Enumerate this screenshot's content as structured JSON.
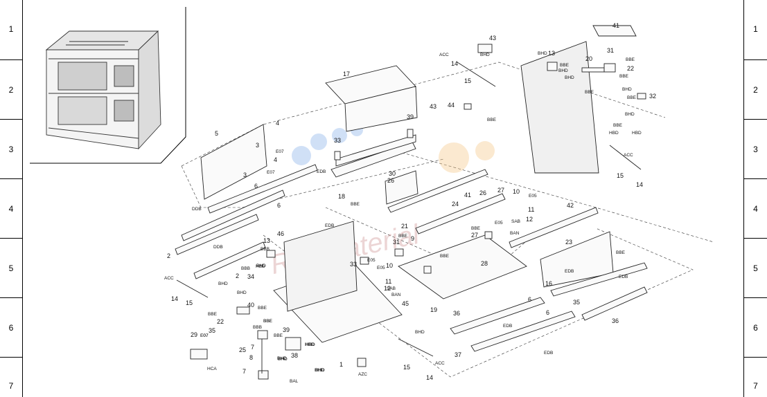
{
  "grid": {
    "rows": [
      "1",
      "2",
      "3",
      "4",
      "5",
      "6",
      "7"
    ]
  },
  "watermark": "Ref-Material",
  "parts": [
    {
      "id": "p1",
      "n": "1"
    },
    {
      "id": "p2a",
      "n": "2"
    },
    {
      "id": "p2b",
      "n": "2"
    },
    {
      "id": "p3a",
      "n": "3"
    },
    {
      "id": "p3b",
      "n": "3"
    },
    {
      "id": "p4a",
      "n": "4"
    },
    {
      "id": "p4b",
      "n": "4"
    },
    {
      "id": "p5",
      "n": "5"
    },
    {
      "id": "p6a",
      "n": "6"
    },
    {
      "id": "p6b",
      "n": "6"
    },
    {
      "id": "p6c",
      "n": "6"
    },
    {
      "id": "p6d",
      "n": "6"
    },
    {
      "id": "p7a",
      "n": "7"
    },
    {
      "id": "p7b",
      "n": "7"
    },
    {
      "id": "p8",
      "n": "8"
    },
    {
      "id": "p9",
      "n": "9"
    },
    {
      "id": "p10a",
      "n": "10"
    },
    {
      "id": "p10b",
      "n": "10"
    },
    {
      "id": "p11a",
      "n": "11"
    },
    {
      "id": "p11b",
      "n": "11"
    },
    {
      "id": "p12a",
      "n": "12"
    },
    {
      "id": "p12b",
      "n": "12"
    },
    {
      "id": "p13a",
      "n": "13"
    },
    {
      "id": "p13b",
      "n": "13"
    },
    {
      "id": "p14a",
      "n": "14"
    },
    {
      "id": "p14b",
      "n": "14"
    },
    {
      "id": "p14c",
      "n": "14"
    },
    {
      "id": "p14d",
      "n": "14"
    },
    {
      "id": "p15a",
      "n": "15"
    },
    {
      "id": "p15b",
      "n": "15"
    },
    {
      "id": "p15c",
      "n": "15"
    },
    {
      "id": "p15d",
      "n": "15"
    },
    {
      "id": "p16",
      "n": "16"
    },
    {
      "id": "p17",
      "n": "17"
    },
    {
      "id": "p18",
      "n": "18"
    },
    {
      "id": "p19",
      "n": "19"
    },
    {
      "id": "p20",
      "n": "20"
    },
    {
      "id": "p21",
      "n": "21"
    },
    {
      "id": "p22a",
      "n": "22"
    },
    {
      "id": "p22b",
      "n": "22"
    },
    {
      "id": "p23",
      "n": "23"
    },
    {
      "id": "p24",
      "n": "24"
    },
    {
      "id": "p25",
      "n": "25"
    },
    {
      "id": "p26a",
      "n": "26"
    },
    {
      "id": "p26b",
      "n": "26"
    },
    {
      "id": "p27a",
      "n": "27"
    },
    {
      "id": "p27b",
      "n": "27"
    },
    {
      "id": "p28",
      "n": "28"
    },
    {
      "id": "p29",
      "n": "29"
    },
    {
      "id": "p30",
      "n": "30"
    },
    {
      "id": "p31a",
      "n": "31"
    },
    {
      "id": "p31b",
      "n": "31"
    },
    {
      "id": "p32",
      "n": "32"
    },
    {
      "id": "p33a",
      "n": "33"
    },
    {
      "id": "p33b",
      "n": "33"
    },
    {
      "id": "p34",
      "n": "34"
    },
    {
      "id": "p35a",
      "n": "35"
    },
    {
      "id": "p35b",
      "n": "35"
    },
    {
      "id": "p36a",
      "n": "36"
    },
    {
      "id": "p36b",
      "n": "36"
    },
    {
      "id": "p37",
      "n": "37"
    },
    {
      "id": "p38",
      "n": "38"
    },
    {
      "id": "p39a",
      "n": "39"
    },
    {
      "id": "p39b",
      "n": "39"
    },
    {
      "id": "p40",
      "n": "40"
    },
    {
      "id": "p41a",
      "n": "41"
    },
    {
      "id": "p41b",
      "n": "41"
    },
    {
      "id": "p42",
      "n": "42"
    },
    {
      "id": "p43a",
      "n": "43"
    },
    {
      "id": "p43b",
      "n": "43"
    },
    {
      "id": "p44",
      "n": "44"
    },
    {
      "id": "p45",
      "n": "45"
    },
    {
      "id": "p46",
      "n": "46"
    }
  ],
  "screws": [
    {
      "id": "s1",
      "t": "ACC"
    },
    {
      "id": "s2",
      "t": "BHD"
    },
    {
      "id": "s3",
      "t": "BHD"
    },
    {
      "id": "s4",
      "t": "BBB"
    },
    {
      "id": "s5",
      "t": "BHD"
    },
    {
      "id": "s6",
      "t": "BBE"
    },
    {
      "id": "s7",
      "t": "BBE"
    },
    {
      "id": "s8",
      "t": "HBD"
    },
    {
      "id": "s9",
      "t": "BHD"
    },
    {
      "id": "s10",
      "t": "BBE"
    },
    {
      "id": "s11",
      "t": "BBE"
    },
    {
      "id": "s12",
      "t": "E07"
    },
    {
      "id": "s13",
      "t": "BHD"
    },
    {
      "id": "s14",
      "t": "BHD"
    },
    {
      "id": "s15",
      "t": "HBD"
    },
    {
      "id": "s16",
      "t": "ACC"
    },
    {
      "id": "s17",
      "t": "BBE"
    },
    {
      "id": "s18",
      "t": "E07"
    },
    {
      "id": "s19",
      "t": "E07"
    },
    {
      "id": "s20",
      "t": "EDB"
    },
    {
      "id": "s21",
      "t": "DDB"
    },
    {
      "id": "s22",
      "t": "EDB"
    },
    {
      "id": "s23",
      "t": "BBB"
    },
    {
      "id": "s24",
      "t": "DDB"
    },
    {
      "id": "s25",
      "t": "HBD"
    },
    {
      "id": "s26",
      "t": "ACC"
    },
    {
      "id": "s27",
      "t": "BHD"
    },
    {
      "id": "s28",
      "t": "BBE"
    },
    {
      "id": "s29",
      "t": "BHD"
    },
    {
      "id": "s30",
      "t": "BBE"
    },
    {
      "id": "s31",
      "t": "E05"
    },
    {
      "id": "s32",
      "t": "E05"
    },
    {
      "id": "s33",
      "t": "SAB"
    },
    {
      "id": "s34",
      "t": "BAN"
    },
    {
      "id": "s35",
      "t": "BBE"
    },
    {
      "id": "s36",
      "t": "BBE"
    },
    {
      "id": "s37",
      "t": "E05"
    },
    {
      "id": "s38",
      "t": "E05"
    },
    {
      "id": "s39",
      "t": "SAB"
    },
    {
      "id": "s40",
      "t": "BAN"
    },
    {
      "id": "s41",
      "t": "BBE"
    },
    {
      "id": "s42",
      "t": "EDB"
    },
    {
      "id": "s43",
      "t": "EDB"
    },
    {
      "id": "s44",
      "t": "EDB"
    },
    {
      "id": "s45",
      "t": "EDB"
    },
    {
      "id": "s46",
      "t": "BHD"
    },
    {
      "id": "s47",
      "t": "BBE"
    },
    {
      "id": "s48",
      "t": "BBB"
    },
    {
      "id": "s49",
      "t": "E07"
    },
    {
      "id": "s50",
      "t": "BBE"
    },
    {
      "id": "s51",
      "t": "BHD"
    },
    {
      "id": "s52",
      "t": "HBD"
    },
    {
      "id": "s53",
      "t": "BHD"
    },
    {
      "id": "s54",
      "t": "HCA"
    },
    {
      "id": "s55",
      "t": "BAL"
    },
    {
      "id": "s56",
      "t": "AZC"
    },
    {
      "id": "s57",
      "t": "ACC"
    },
    {
      "id": "s58",
      "t": "BHD"
    },
    {
      "id": "s59",
      "t": "BBE"
    },
    {
      "id": "s60",
      "t": "BHD"
    },
    {
      "id": "s61",
      "t": "BHD"
    },
    {
      "id": "s62",
      "t": "BBE"
    },
    {
      "id": "s63",
      "t": "BBE"
    },
    {
      "id": "s64",
      "t": "HBD"
    },
    {
      "id": "s65",
      "t": "BBE"
    },
    {
      "id": "s66",
      "t": "BBE"
    }
  ]
}
